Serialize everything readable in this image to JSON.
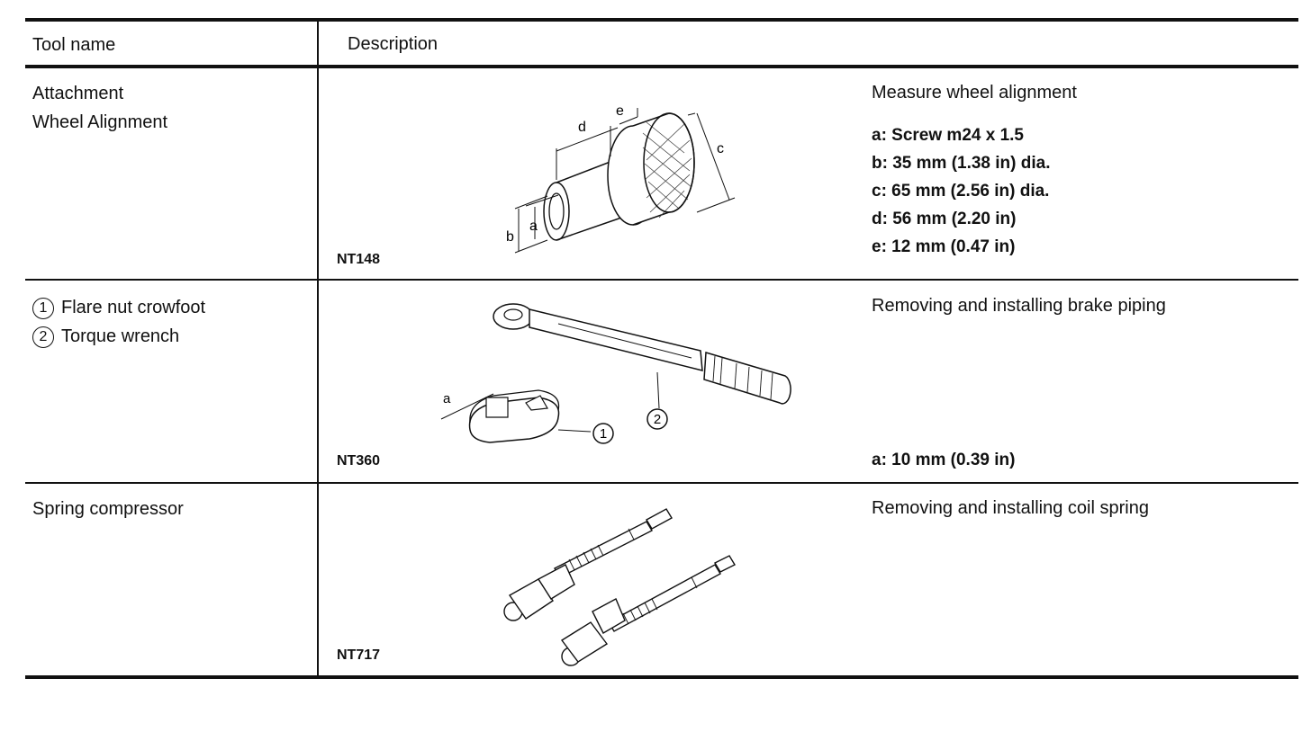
{
  "header": {
    "tool_name": "Tool name",
    "description": "Description"
  },
  "rows": [
    {
      "tool_lines": [
        "Attachment",
        "Wheel Alignment"
      ],
      "code": "NT148",
      "desc": "Measure wheel alignment",
      "specs": [
        "a:  Screw m24 x 1.5",
        "b:  35 mm (1.38 in) dia.",
        "c:  65 mm (2.56 in) dia.",
        "d:  56 mm (2.20 in)",
        "e:  12 mm (0.47 in)"
      ],
      "fig_labels": [
        "a",
        "b",
        "c",
        "d",
        "e"
      ]
    },
    {
      "tools": [
        {
          "num": "1",
          "label": "Flare nut crowfoot"
        },
        {
          "num": "2",
          "label": "Torque wrench"
        }
      ],
      "code": "NT360",
      "desc": "Removing and installing brake piping",
      "spec": "a:  10 mm (0.39 in)",
      "fig_labels": [
        "a",
        "1",
        "2"
      ]
    },
    {
      "tool": "Spring compressor",
      "code": "NT717",
      "desc": "Removing and installing coil spring"
    }
  ]
}
